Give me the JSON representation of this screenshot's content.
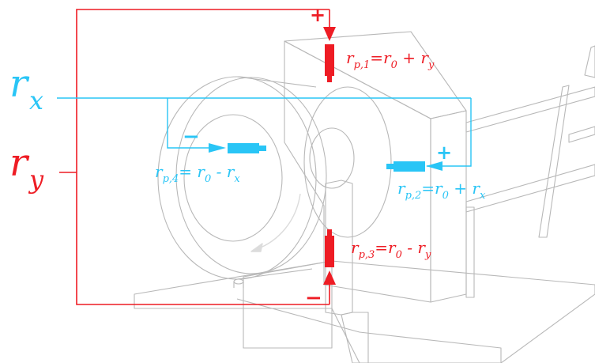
{
  "colors": {
    "red": "#ee1c24",
    "blue": "#29c5f6",
    "machine": "#b8b8b8"
  },
  "axes": {
    "rx": {
      "base": "r",
      "sub": "x"
    },
    "ry": {
      "base": "r",
      "sub": "y"
    }
  },
  "signs": {
    "top": "+",
    "bottom": "−",
    "right": "+",
    "left": "−"
  },
  "probes": {
    "p1": {
      "base": "r",
      "sub": "p,1",
      "rest": "=r",
      "rest_sub": "0",
      "op": " + r",
      "op_sub": "y"
    },
    "p2": {
      "base": "r",
      "sub": "p,2",
      "rest": "=r",
      "rest_sub": "0",
      "op": " + r",
      "op_sub": "x"
    },
    "p3": {
      "base": "r",
      "sub": "p,3",
      "rest": "=r",
      "rest_sub": "0",
      "op": " - r",
      "op_sub": "y"
    },
    "p4": {
      "base": "r",
      "sub": "p,4",
      "rest": "= r",
      "rest_sub": "0",
      "op": " - r",
      "op_sub": "x"
    }
  }
}
